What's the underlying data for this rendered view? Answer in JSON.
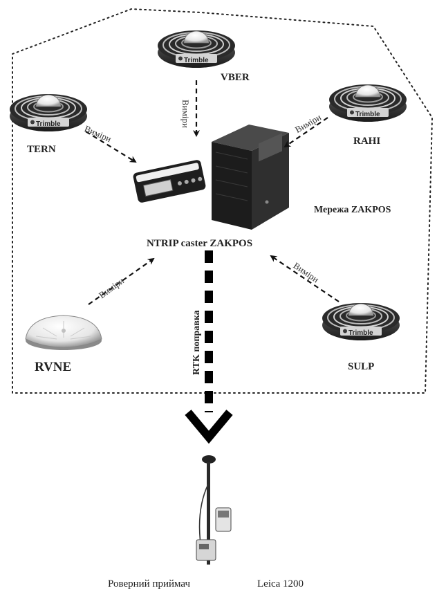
{
  "stations": {
    "vber": "VBER",
    "tern": "TERN",
    "rahi": "RAHI",
    "rvne": "RVNE",
    "sulp": "SULP"
  },
  "brand": "Trimble",
  "measurement_label": "Виміри",
  "caster_label": "NTRIP caster ZAKPOS",
  "network_label": "Мережа ZAKPOS",
  "rtk_label": "RTK поправка",
  "rover_caption": "Роверний приймач",
  "rover_model": "Leica 1200"
}
